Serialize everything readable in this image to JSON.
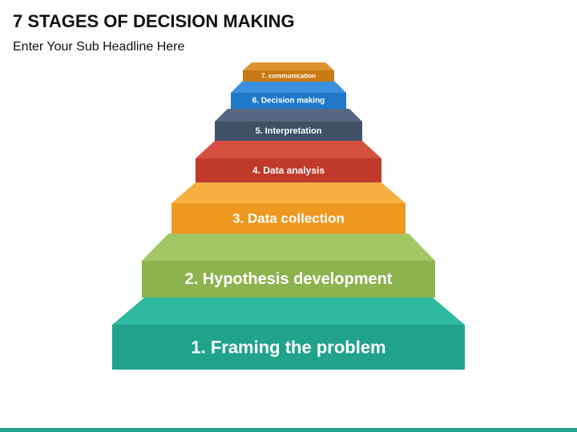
{
  "header": {
    "title": "7 STAGES OF DECISION MAKING",
    "subtitle": "Enter Your Sub Headline Here"
  },
  "steps": [
    {
      "label": "1. Framing the problem",
      "color": "#21a28b",
      "top_color": "#2dbaa0"
    },
    {
      "label": "2. Hypothesis development",
      "color": "#8cb34e",
      "top_color": "#a2c665"
    },
    {
      "label": "3. Data collection",
      "color": "#ef9820",
      "top_color": "#f5b03f"
    },
    {
      "label": "4. Data analysis",
      "color": "#c0392b",
      "top_color": "#d6503f"
    },
    {
      "label": "5. Interpretation",
      "color": "#3f5067",
      "top_color": "#56687f"
    },
    {
      "label": "6. Decision making",
      "color": "#1f78c8",
      "top_color": "#3a90dc"
    },
    {
      "label": "7. communication",
      "color": "#c87a14",
      "top_color": "#dd9430"
    }
  ],
  "footer": {
    "bar_color": "#21a28b"
  }
}
